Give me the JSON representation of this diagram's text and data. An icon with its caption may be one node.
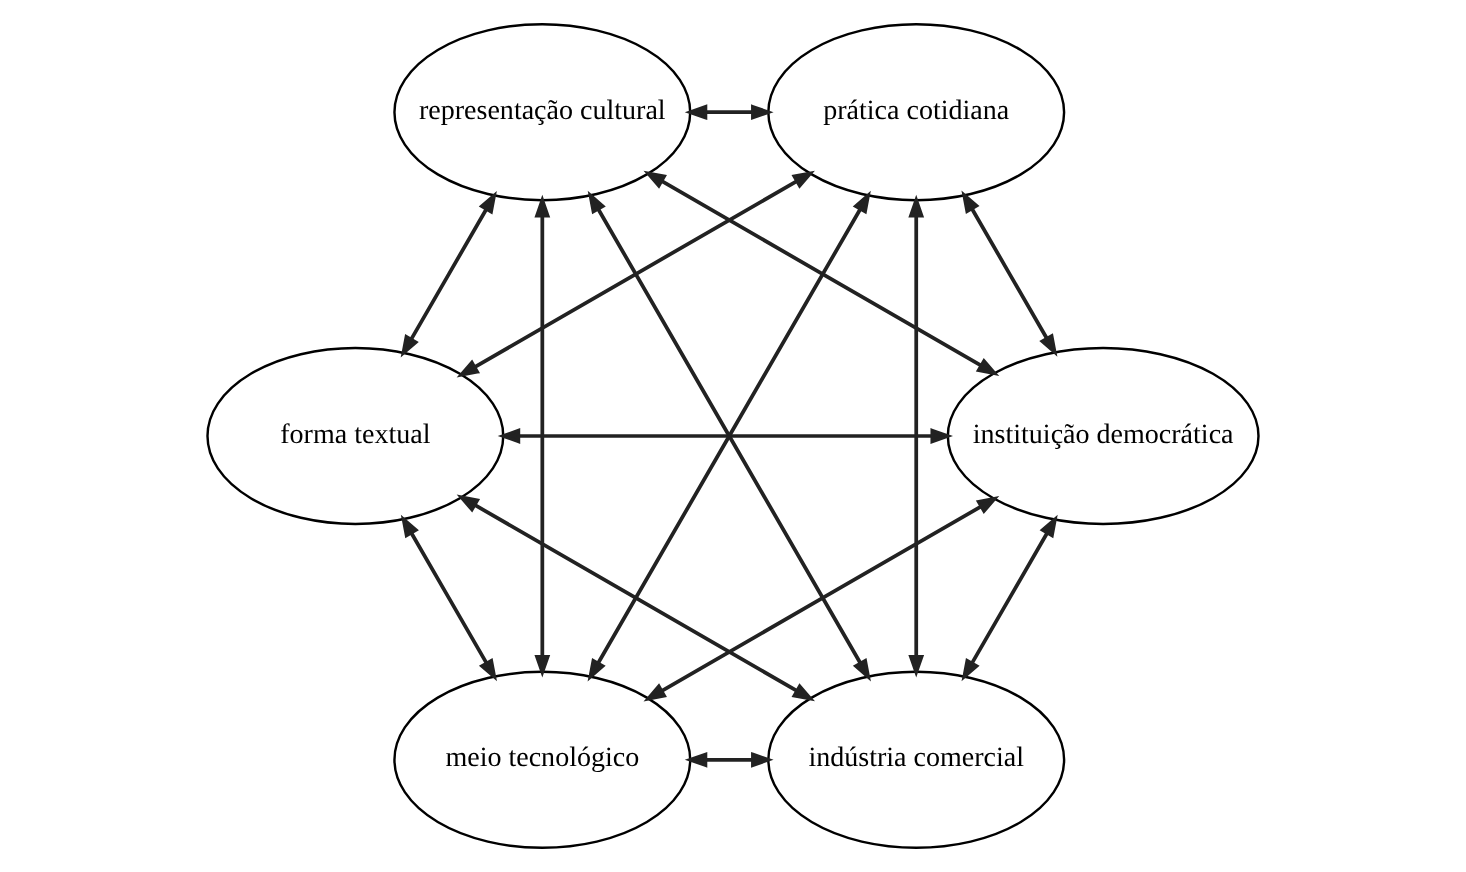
{
  "diagram": {
    "nodes": [
      {
        "text": [
          "indústria comercial"
        ]
      },
      {
        "text": [
          "instituição democrática"
        ]
      },
      {
        "text": [
          "meio tecnológico"
        ]
      },
      {
        "text": [
          "forma textual"
        ]
      },
      {
        "text": [
          "prática cotidiana"
        ]
      },
      {
        "text": [
          "representação cultural"
        ]
      }
    ],
    "edges": [
      {
        "from": 0,
        "to": 1,
        "arrow": "both"
      },
      {
        "from": 0,
        "to": 2,
        "arrow": "both"
      },
      {
        "from": 1,
        "to": 3,
        "arrow": "both"
      },
      {
        "from": 0,
        "to": 4,
        "arrow": "both"
      },
      {
        "from": 1,
        "to": 5,
        "arrow": "both"
      },
      {
        "from": 0,
        "to": 3,
        "arrow": "both"
      },
      {
        "from": 1,
        "to": 2,
        "arrow": "both"
      },
      {
        "from": 0,
        "to": 5,
        "arrow": "both"
      },
      {
        "from": 1,
        "to": 4,
        "arrow": "both"
      },
      {
        "from": 2,
        "to": 3,
        "arrow": "both"
      },
      {
        "from": 2,
        "to": 5,
        "arrow": "both"
      },
      {
        "from": 3,
        "to": 4,
        "arrow": "both"
      },
      {
        "from": 2,
        "to": 4,
        "arrow": "both"
      },
      {
        "from": 3,
        "to": 5,
        "arrow": "both"
      },
      {
        "from": 4,
        "to": 5,
        "arrow": "both"
      }
    ]
  }
}
